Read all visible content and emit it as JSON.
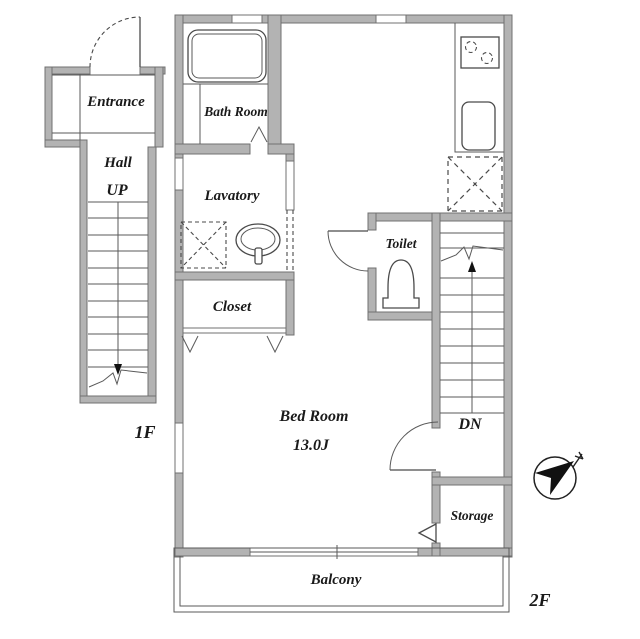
{
  "rooms": {
    "entrance": "Entrance",
    "hall": "Hall",
    "up": "UP",
    "bath_room": "Bath Room",
    "lavatory": "Lavatory",
    "closet": "Closet",
    "toilet": "Toilet",
    "down": "DN",
    "bed_room": "Bed Room",
    "bed_room_size": "13.0J",
    "storage": "Storage",
    "balcony": "Balcony"
  },
  "floor_labels": {
    "first": "1F",
    "second": "2F"
  },
  "icons": {
    "compass": "north-arrow-compass-icon"
  },
  "colors": {
    "wall_fill": "#b3b3b3",
    "wall_outline": "#707070",
    "line": "#4a4a4a",
    "text": "#1a1a1a",
    "background": "#ffffff"
  }
}
